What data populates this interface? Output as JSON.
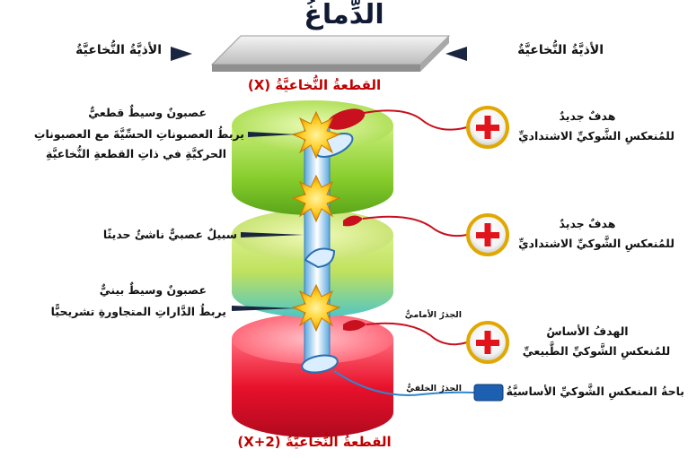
{
  "brain": {
    "title": "الدِّماغُ"
  },
  "tracts": {
    "left": "الأذيَّةُ النُّخاعيَّةُ",
    "right": "الأذيَّةُ النُّخاعيَّةُ"
  },
  "segments": {
    "top": "القطعةُ النُّخاعيَّةُ (X)",
    "bottom": "القطعةُ النُّخاعيَّةُ (X+2)"
  },
  "left_labels": {
    "interneuron_segmental": [
      "عصبونٌ وسيطٌ قطعيٌّ",
      "يربطُ العصبوناتِ الحسِّيَّةَ مع العصبوناتِ",
      "الحركيَّةِ في ذاتِ القطعةِ النُّخاعيَّةِ"
    ],
    "new_pathway": "سبيلٌ عصبيٌّ ناشئٌ حديثًا",
    "interneuron_between": [
      "عصبونٌ وسيطٌ بينيٌّ",
      "يربطُ الدَّاراتِ المتجاورةِ تشريحيًّا"
    ]
  },
  "right_labels": {
    "target1": [
      "هدفٌ جديدٌ",
      "للمُنعكسِ الشَّوكيِّ الاشتداديِّ"
    ],
    "target2": [
      "هدفٌ جديدٌ",
      "للمُنعكسِ الشَّوكيِّ الاشتداديِّ"
    ],
    "target3": [
      "الهدفُ الأساسُ",
      "للمُنعكسِ الشَّوكيِّ الطَّبيعيِّ"
    ],
    "reflex_area": "باحةُ المنعكسِ الشَّوكيِّ الأساسيَّةُ"
  },
  "roots": {
    "anterior": "الجذرُ الأماميُّ",
    "posterior": "الجذرُ الخلفيُّ"
  },
  "colors": {
    "segment_green": "#9ad23c",
    "segment_red": "#e8102a",
    "title_red": "#c00000",
    "plus_red": "#e3131b",
    "ring_gold": "#f0c000",
    "box_blue": "#1d5fb0",
    "tract_navy": "#1a2540"
  }
}
